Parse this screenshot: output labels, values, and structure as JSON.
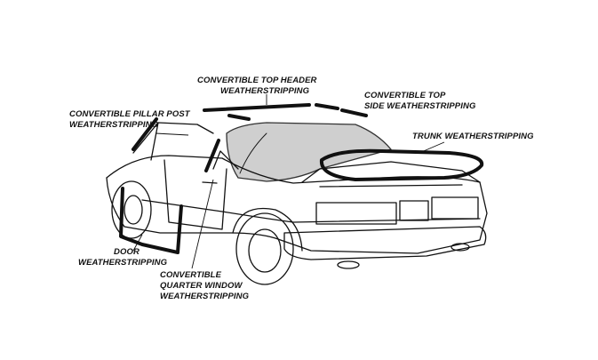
{
  "labels": {
    "header": {
      "line1": "CONVERTIBLE TOP HEADER",
      "line2": "WEATHERSTRIPPING"
    },
    "side": {
      "line1": "CONVERTIBLE TOP",
      "line2": "SIDE WEATHERSTRIPPING"
    },
    "pillar": {
      "line1": "CONVERTIBLE PILLAR POST",
      "line2": "WEATHERSTRIPPING"
    },
    "trunk": {
      "line1": "TRUNK WEATHERSTRIPPING"
    },
    "door": {
      "line1": "DOOR",
      "line2": "WEATHERSTRIPPING"
    },
    "quarter": {
      "line1": "CONVERTIBLE",
      "line2": "QUARTER WINDOW",
      "line3": "WEATHERSTRIPPING"
    }
  },
  "colors": {
    "ink": "#111111",
    "top_fill": "#cfcfcf",
    "paper": "#ffffff"
  }
}
